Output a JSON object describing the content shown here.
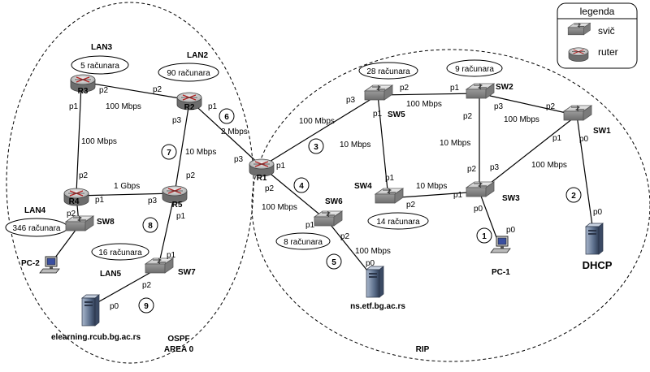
{
  "legend": {
    "title": "legenda",
    "switch_label": "svič",
    "router_label": "ruter"
  },
  "areas": {
    "ospf_line1": "OSPF",
    "ospf_line2": "AREA 0",
    "rip": "RIP"
  },
  "devices": {
    "R1": "R1",
    "R2": "R2",
    "R3": "R3",
    "R4": "R4",
    "R5": "R5",
    "SW1": "SW1",
    "SW2": "SW2",
    "SW3": "SW3",
    "SW4": "SW4",
    "SW5": "SW5",
    "SW6": "SW6",
    "SW7": "SW7",
    "SW8": "SW8"
  },
  "hosts": {
    "pc1": "PC-1",
    "pc2": "PC-2",
    "dhcp": "DHCP",
    "ns": "ns.etf.bg.ac.rs",
    "elearning": "elearning.rcub.bg.ac.rs"
  },
  "lans": {
    "lan2": "LAN2",
    "lan3": "LAN3",
    "lan4": "LAN4",
    "lan5": "LAN5"
  },
  "clouds": {
    "lan3": "5 računara",
    "lan2": "90 računara",
    "lan4": "346 računara",
    "lan5": "16 računara",
    "sw5": "28 računara",
    "sw2": "9 računara",
    "sw4": "14 računara",
    "sw6": "8 računara"
  },
  "speeds": {
    "r3_r2": "100 Mbps",
    "r3_r4": "100 Mbps",
    "r4_r5": "1 Gbps",
    "r2_r5": "10 Mbps",
    "r2_r1": "2 Mbps",
    "r1_sw5": "100 Mbps",
    "sw5_sw2": "100 Mbps",
    "sw2_sw1": "100 Mbps",
    "sw5_sw4": "10 Mbps",
    "sw2_sw3": "10 Mbps",
    "sw4_sw3": "10 Mbps",
    "sw3_sw1": "100 Mbps",
    "r1_sw6": "100 Mbps",
    "sw6_ns": "100 Mbps"
  },
  "ports": {
    "p0": "p0",
    "p1": "p1",
    "p2": "p2",
    "p3": "p3"
  },
  "markers": [
    "1",
    "2",
    "3",
    "4",
    "5",
    "6",
    "7",
    "8",
    "9"
  ]
}
